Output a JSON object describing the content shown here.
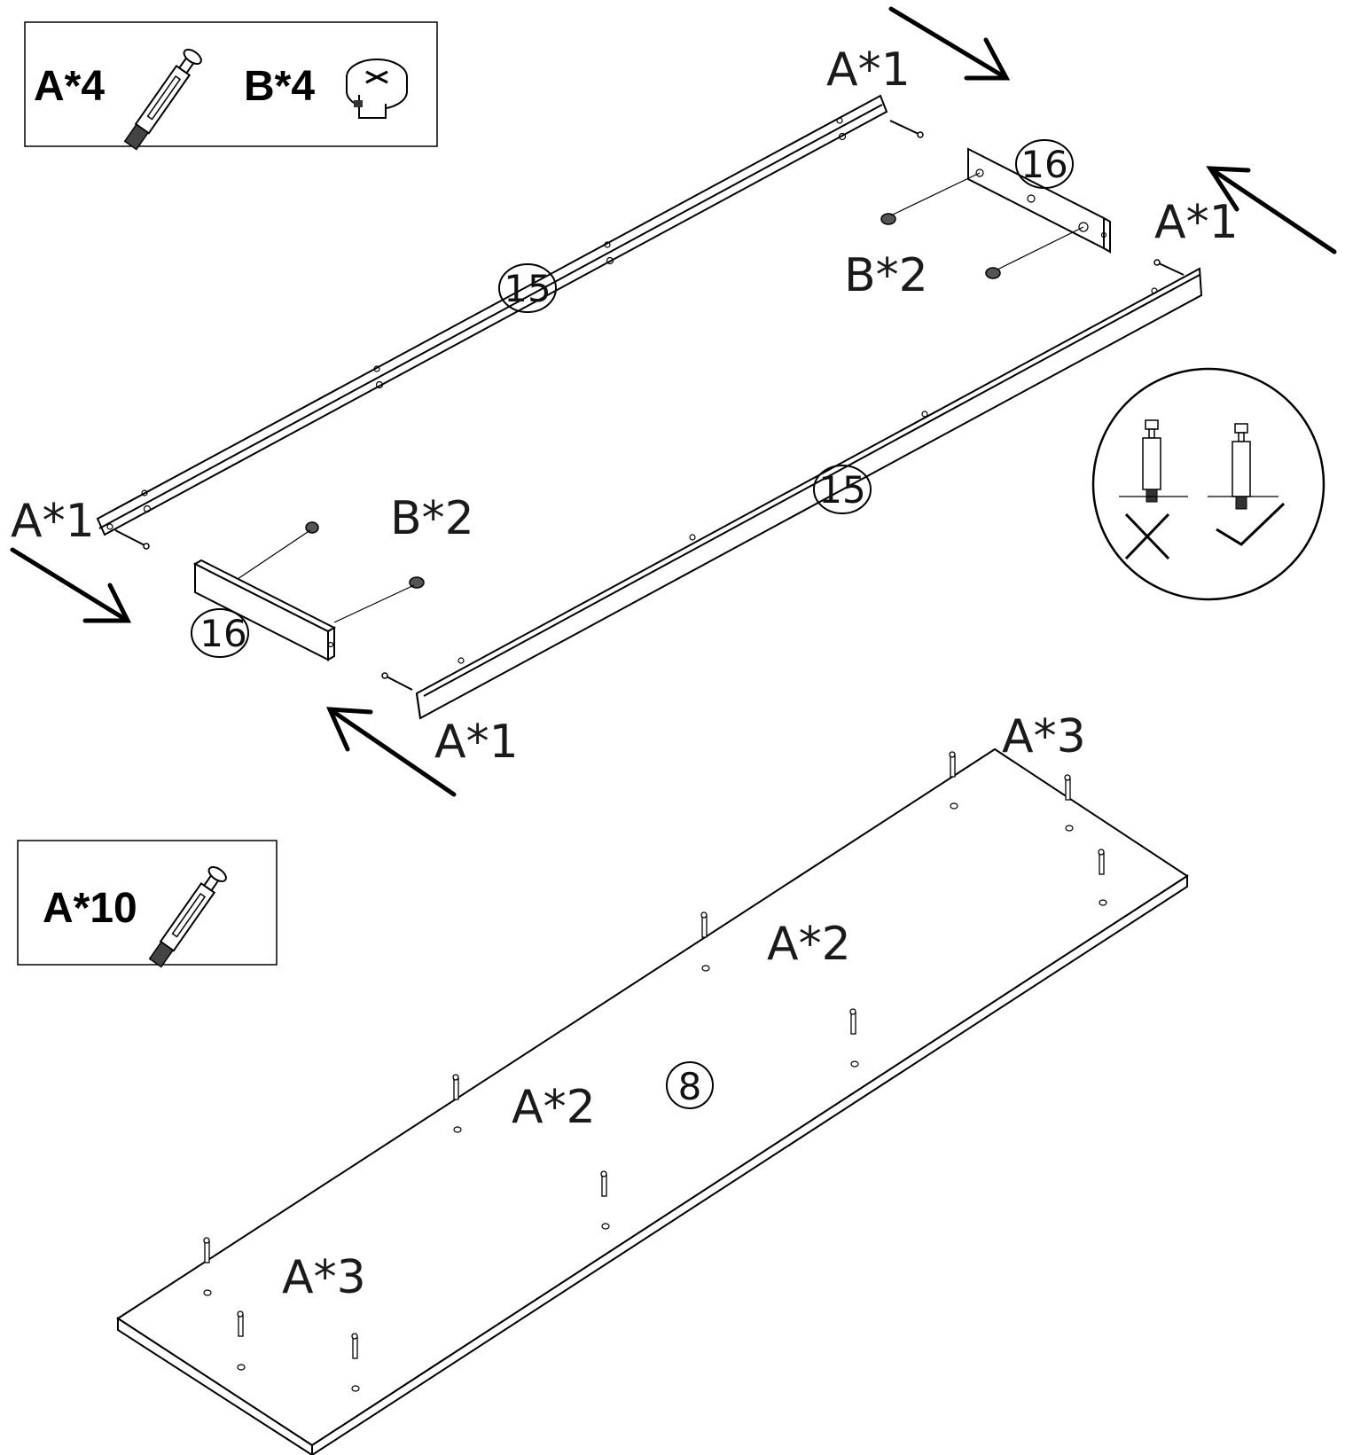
{
  "hardware_box_top": {
    "label_a": "A*4",
    "label_b": "B*4"
  },
  "hardware_box_bottom": {
    "label": "A*10"
  },
  "parts": {
    "rail": "15",
    "end_piece": "16",
    "panel": "8"
  },
  "callouts": {
    "a1_top": "A*1",
    "a1_right": "A*1",
    "a1_left": "A*1",
    "a1_bottom": "A*1",
    "b2_right": "B*2",
    "b2_left": "B*2",
    "a3_top": "A*3",
    "a3_bottom": "A*3",
    "a2_right": "A*2",
    "a2_left": "A*2"
  },
  "icons": [
    "cam-dowel-icon",
    "cam-lock-icon",
    "check-mark-icon",
    "cross-mark-icon",
    "direction-arrow-icon"
  ]
}
